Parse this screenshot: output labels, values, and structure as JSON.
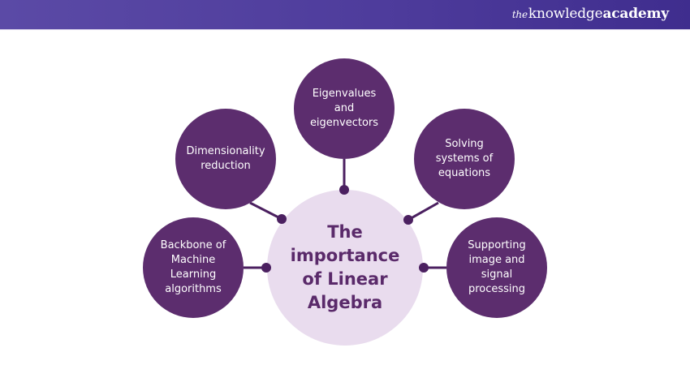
{
  "header": {
    "logo_prefix": "the",
    "logo_word1": "knowledge",
    "logo_word2": "academy"
  },
  "colors": {
    "header_start": "#5b4aa6",
    "header_end": "#3f2d8e",
    "node_fill": "#5c2d6e",
    "center_fill": "#e9dcee",
    "center_text": "#5a2a6a",
    "connector": "#4b2060"
  },
  "center": {
    "line1": "The",
    "line2": "importance",
    "line3": "of Linear",
    "line4": "Algebra"
  },
  "nodes": [
    {
      "id": "top",
      "lines": [
        "Eigenvalues",
        "and",
        "eigenvectors"
      ]
    },
    {
      "id": "top-left",
      "lines": [
        "Dimensionality",
        "reduction"
      ]
    },
    {
      "id": "top-right",
      "lines": [
        "Solving",
        "systems of",
        "equations"
      ]
    },
    {
      "id": "left",
      "lines": [
        "Backbone of",
        "Machine",
        "Learning",
        "algorithms"
      ]
    },
    {
      "id": "right",
      "lines": [
        "Supporting",
        "image and",
        "signal",
        "processing"
      ]
    }
  ]
}
